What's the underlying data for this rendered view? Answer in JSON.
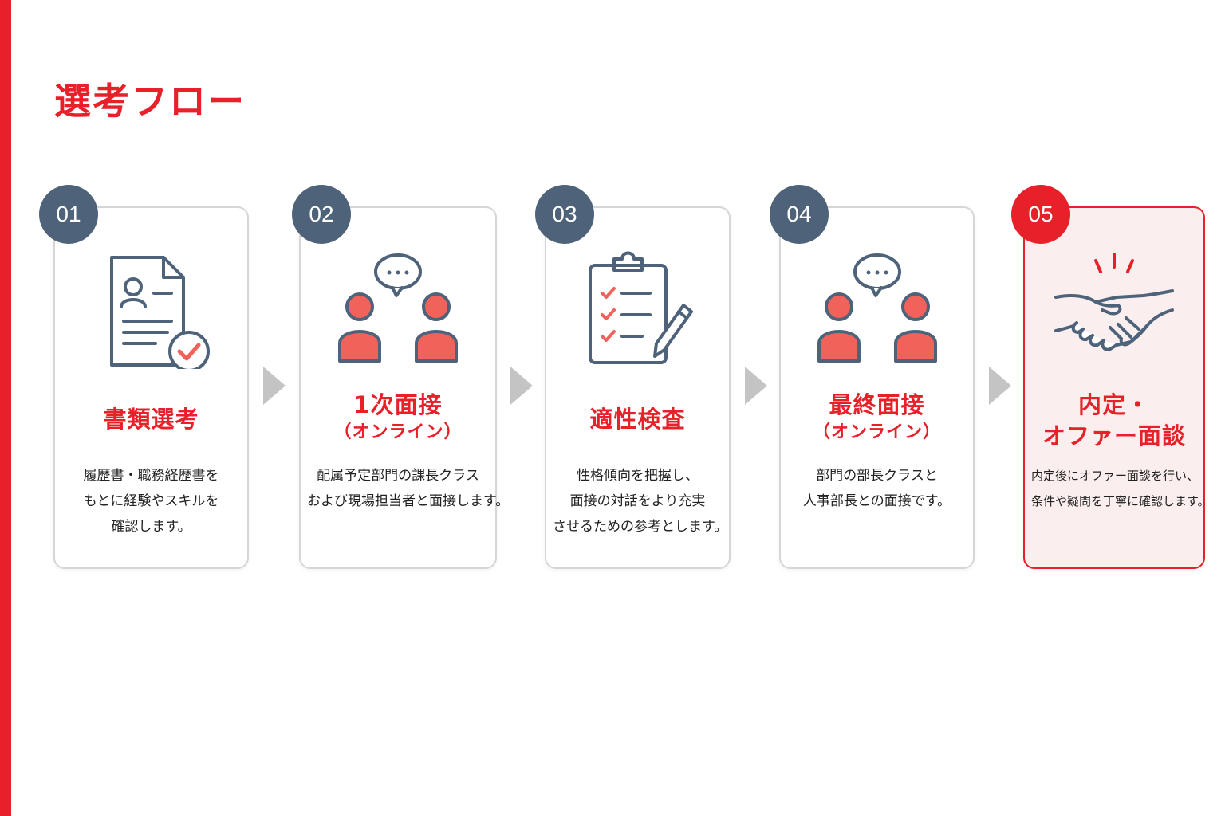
{
  "page": {
    "title": "選考フロー"
  },
  "steps": [
    {
      "number": "01",
      "title_lines": [
        "書類選考"
      ],
      "desc_lines": [
        "履歴書・職務経歴書を",
        "もとに経験やスキルを",
        "確認します。"
      ],
      "icon": "resume-check-icon"
    },
    {
      "number": "02",
      "title_lines": [
        "1次面接",
        "（オンライン）"
      ],
      "desc_lines": [
        "配属予定部門の課長クラス",
        "および現場担当者と面接します。"
      ],
      "icon": "interview-people-icon"
    },
    {
      "number": "03",
      "title_lines": [
        "適性検査"
      ],
      "desc_lines": [
        "性格傾向を把握し、",
        "面接の対話をより充実",
        "させるための参考とします。"
      ],
      "icon": "clipboard-checklist-icon"
    },
    {
      "number": "04",
      "title_lines": [
        "最終面接",
        "（オンライン）"
      ],
      "desc_lines": [
        "部門の部長クラスと",
        "人事部長との面接です。"
      ],
      "icon": "interview-people-icon"
    },
    {
      "number": "05",
      "title_lines": [
        "内定・",
        "オファー面談"
      ],
      "desc_lines": [
        "内定後にオファー面談を行い、",
        "条件や疑問を丁寧に確認します。"
      ],
      "icon": "handshake-icon"
    }
  ],
  "colors": {
    "accent": "#e8202a",
    "badge": "#4e637a",
    "icon_line": "#4e637a",
    "icon_fill": "#f0625a",
    "arrow": "#c4c4c4",
    "highlight_bg": "#fbeeee"
  }
}
